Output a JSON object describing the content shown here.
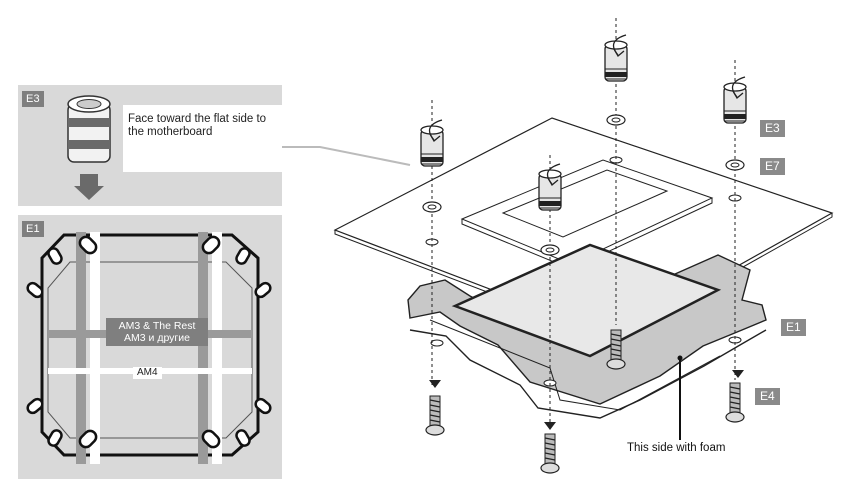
{
  "panels": {
    "e3": {
      "tag": "E3",
      "note": "Face toward the flat side to the motherboard"
    },
    "e1": {
      "tag": "E1",
      "am3_label_en": "AM3 & The Rest",
      "am3_label_ru": "AM3 и другие",
      "am4_label": "AM4"
    }
  },
  "callouts": {
    "e3": "E3",
    "e7": "E7",
    "e1": "E1",
    "e4": "E4",
    "foam_note": "This side with foam"
  }
}
